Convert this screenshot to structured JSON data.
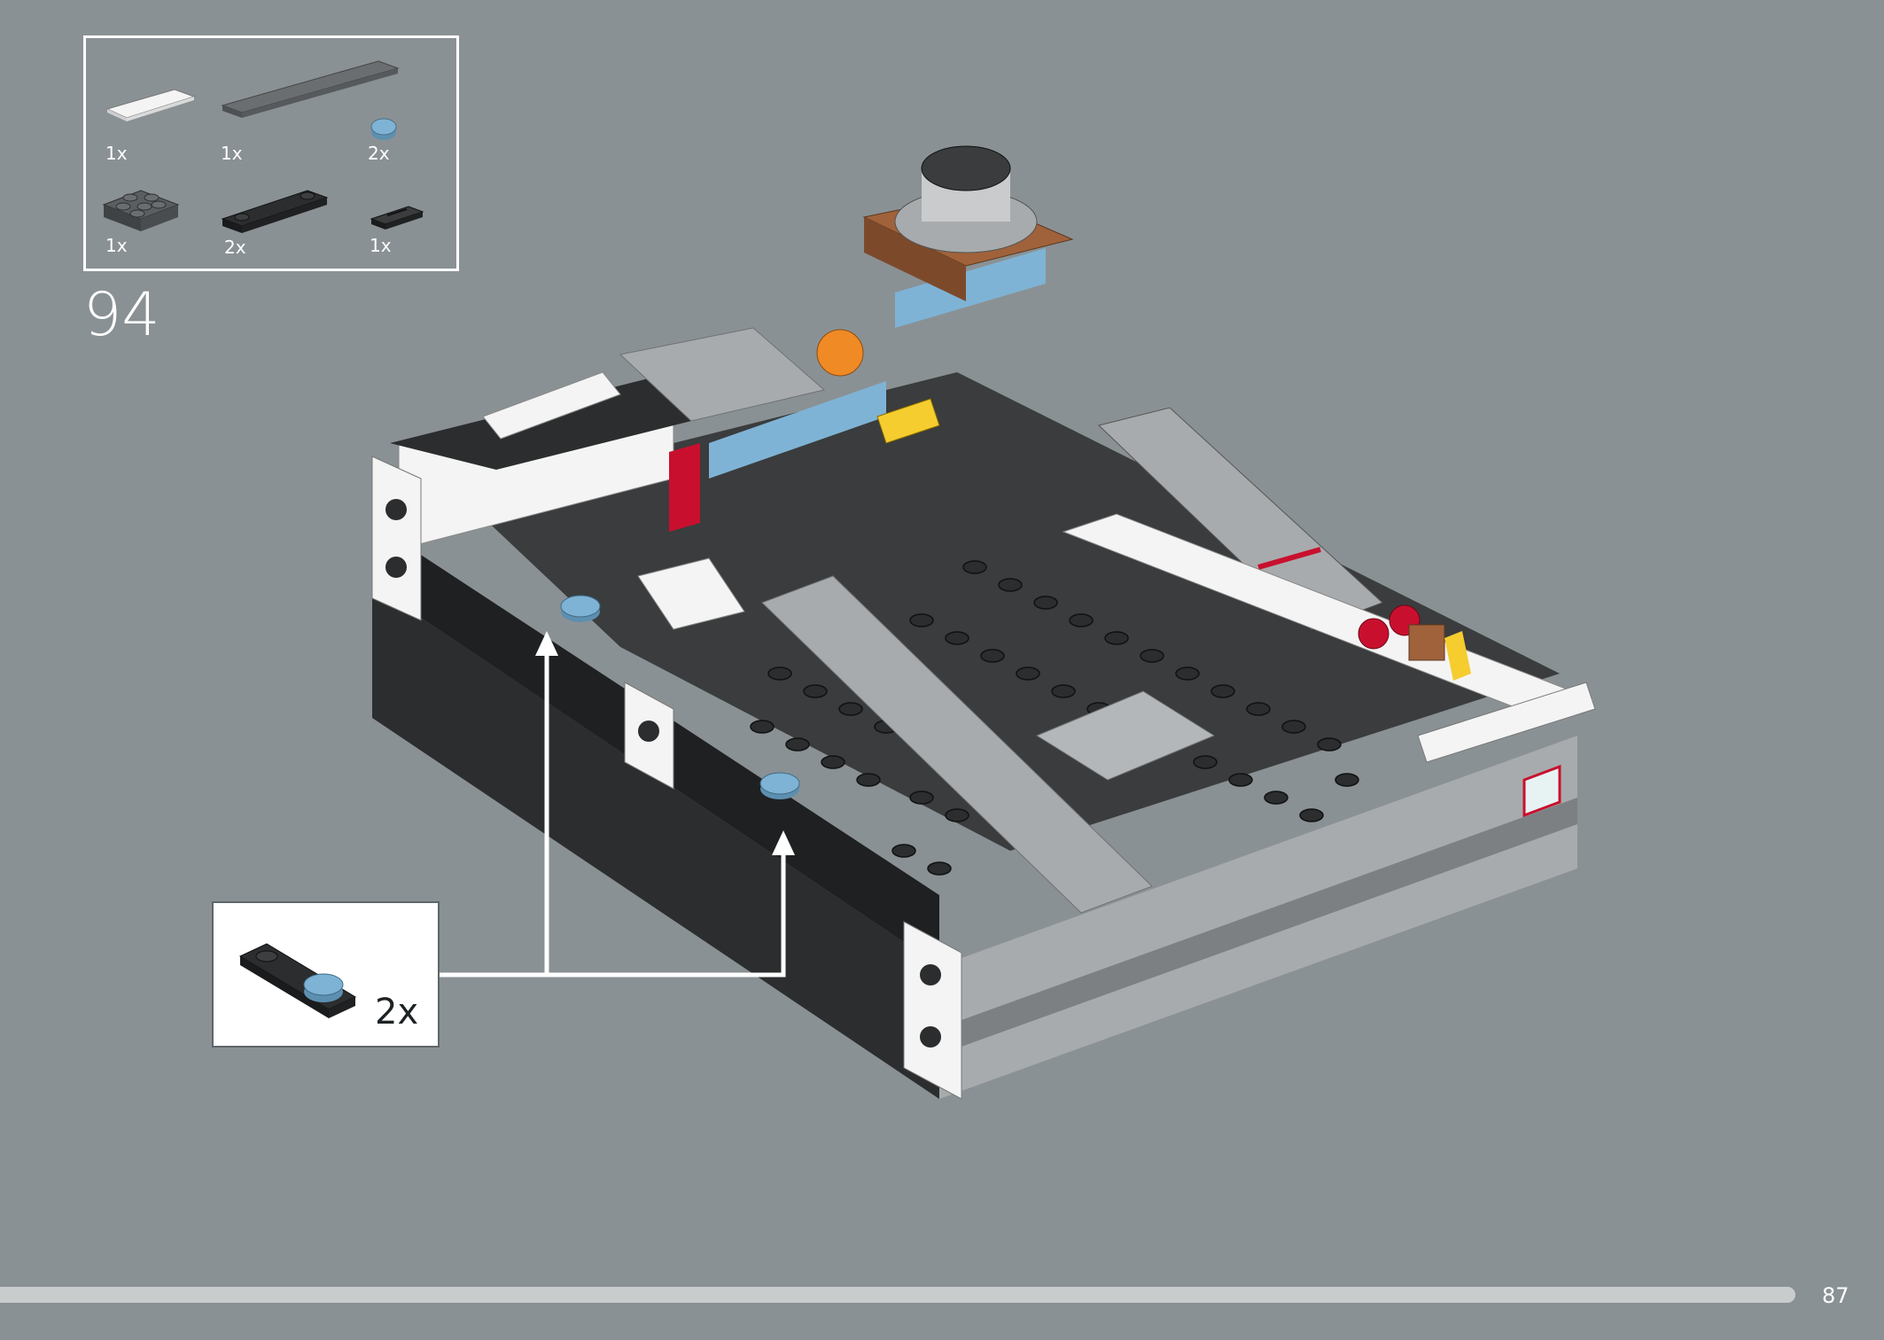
{
  "step": {
    "number": "94"
  },
  "parts_list": {
    "items": [
      {
        "name": "white-tile-1x4",
        "qty": "1x",
        "color": "#f4f4f4"
      },
      {
        "name": "dark-grey-tile-1x8",
        "qty": "1x",
        "color": "#6b6e70"
      },
      {
        "name": "light-blue-round-tile-1x1",
        "qty": "2x",
        "color": "#7fb3d5"
      },
      {
        "name": "dark-grey-plate-2x2",
        "qty": "1x",
        "color": "#4a4d4f"
      },
      {
        "name": "black-plate-1x4-two-studs",
        "qty": "2x",
        "color": "#2b2d2e"
      },
      {
        "name": "black-plate-1x2-grille",
        "qty": "1x",
        "color": "#2b2d2e"
      }
    ]
  },
  "callout": {
    "qty": "2x",
    "part": "black-plate-1x4-with-light-blue-round-tile"
  },
  "colors": {
    "background": "#8a9194",
    "black_brick": "#2b2d2e",
    "dark_grey": "#4a4d4f",
    "light_grey": "#a8abad",
    "white": "#f4f4f4",
    "light_blue": "#7fb3d5",
    "red": "#c8102e",
    "orange": "#f08a24",
    "yellow": "#f5cd2f",
    "brown": "#a0623a"
  },
  "footer": {
    "page_number": "87",
    "progress": 0.95
  }
}
